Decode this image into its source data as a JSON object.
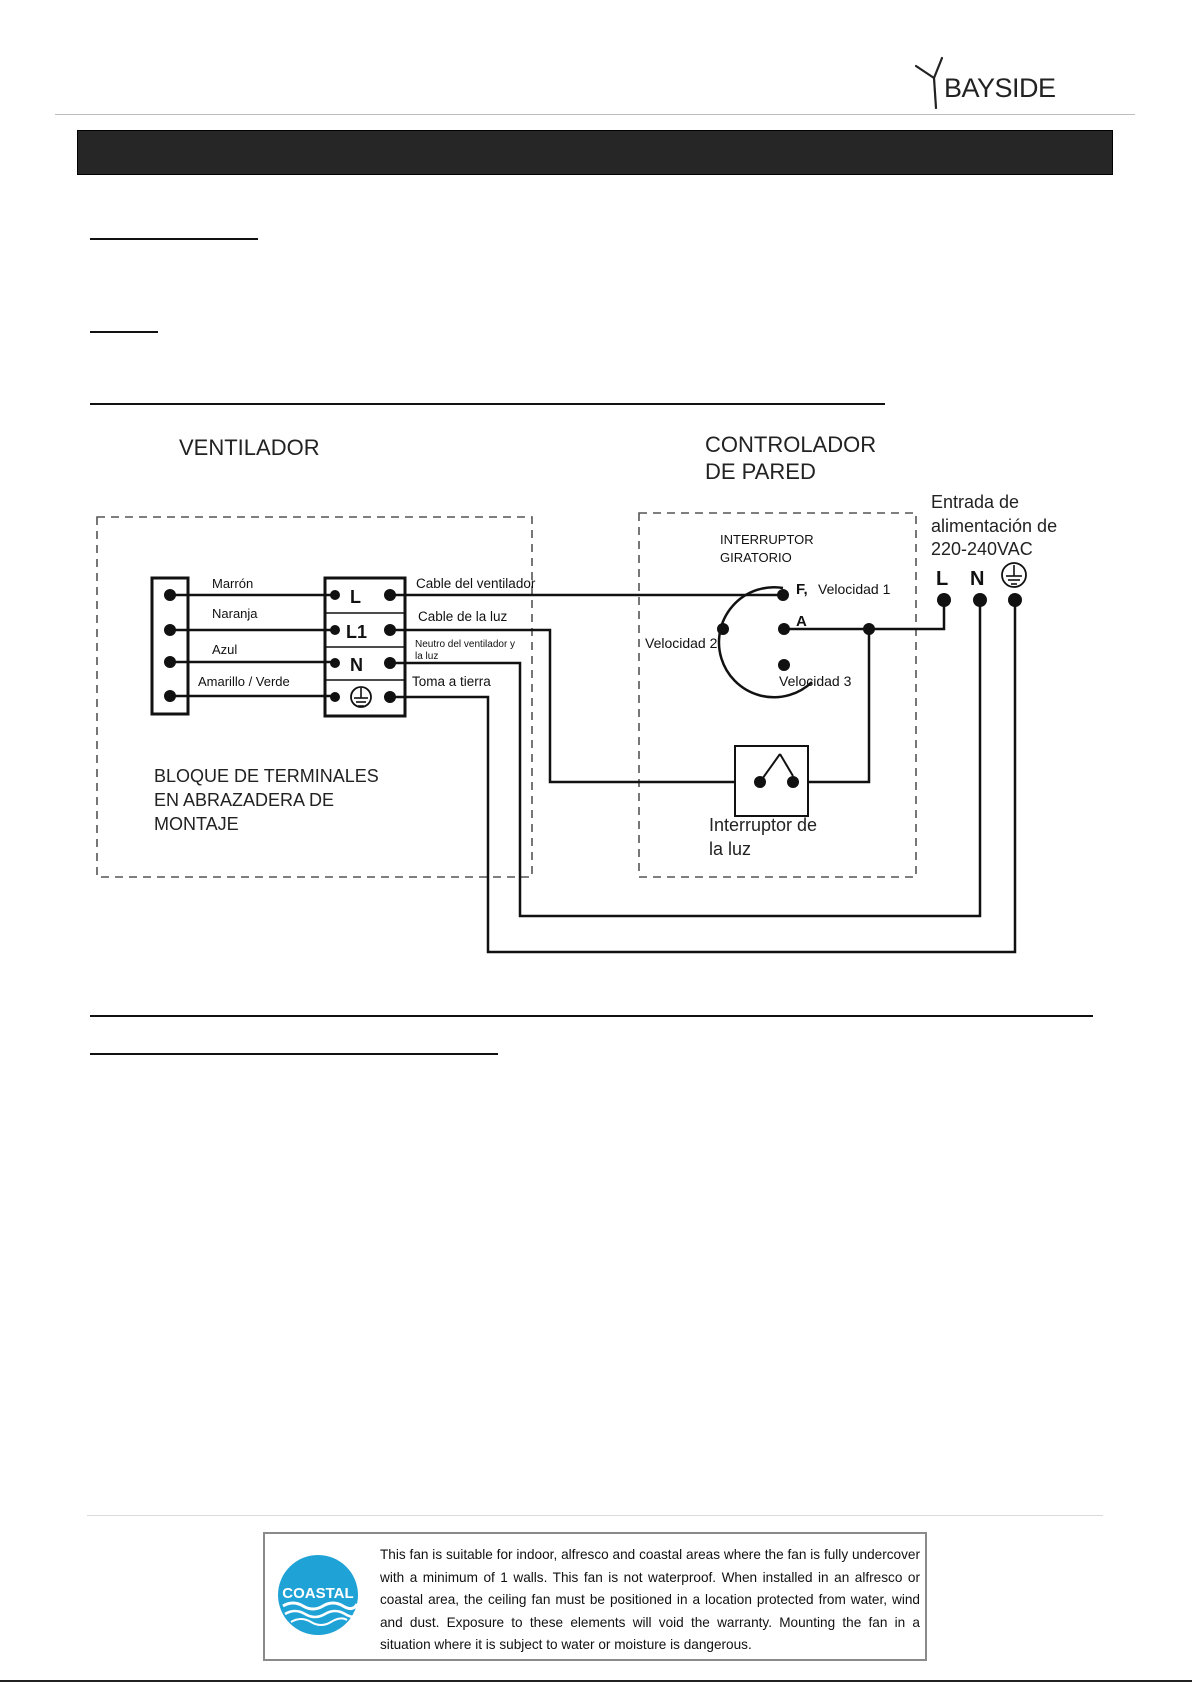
{
  "brand": {
    "name": "BAYSIDE"
  },
  "diagram": {
    "fan_title": "VENTILADOR",
    "controller_title_1": "CONTROLADOR",
    "controller_title_2": "DE PARED",
    "input_label_1": "Entrada de",
    "input_label_2": "alimentación de",
    "input_label_3": "220-240VAC",
    "input_L": "L",
    "input_N": "N",
    "terminal_L": "L",
    "terminal_L1": "L1",
    "terminal_N": "N",
    "wire_colors": [
      "Marrón",
      "Naranja",
      "Azul",
      "Amarillo / Verde"
    ],
    "cable_fan": "Cable del ventilador",
    "cable_light": "Cable de la luz",
    "neutral_1": "Neutro del ventilador y",
    "neutral_2": "la luz",
    "ground": "Toma a tierra",
    "rotary_1": "INTERRUPTOR",
    "rotary_2": "GIRATORIO",
    "rotary_F": "F,",
    "rotary_A": "A",
    "speed_1": "Velocidad 1",
    "speed_2": "Velocidad 2",
    "speed_3": "Velocidad 3",
    "light_switch_1": "Interruptor de",
    "light_switch_2": "la luz",
    "terminal_block_1": "BLOQUE DE TERMINALES",
    "terminal_block_2": "EN ABRAZADERA DE",
    "terminal_block_3": "MONTAJE"
  },
  "coastal": {
    "badge": "COASTAL",
    "text": "This fan is suitable for indoor, alfresco and coastal areas where the fan is fully undercover with a minimum of 1 walls. This fan is not waterproof. When installed in an alfresco or coastal area, the ceiling fan must be positioned in a location protected from water, wind and dust. Exposure to these elements will void the warranty. Mounting the fan in a situation where it is subject to water or moisture is dangerous."
  }
}
